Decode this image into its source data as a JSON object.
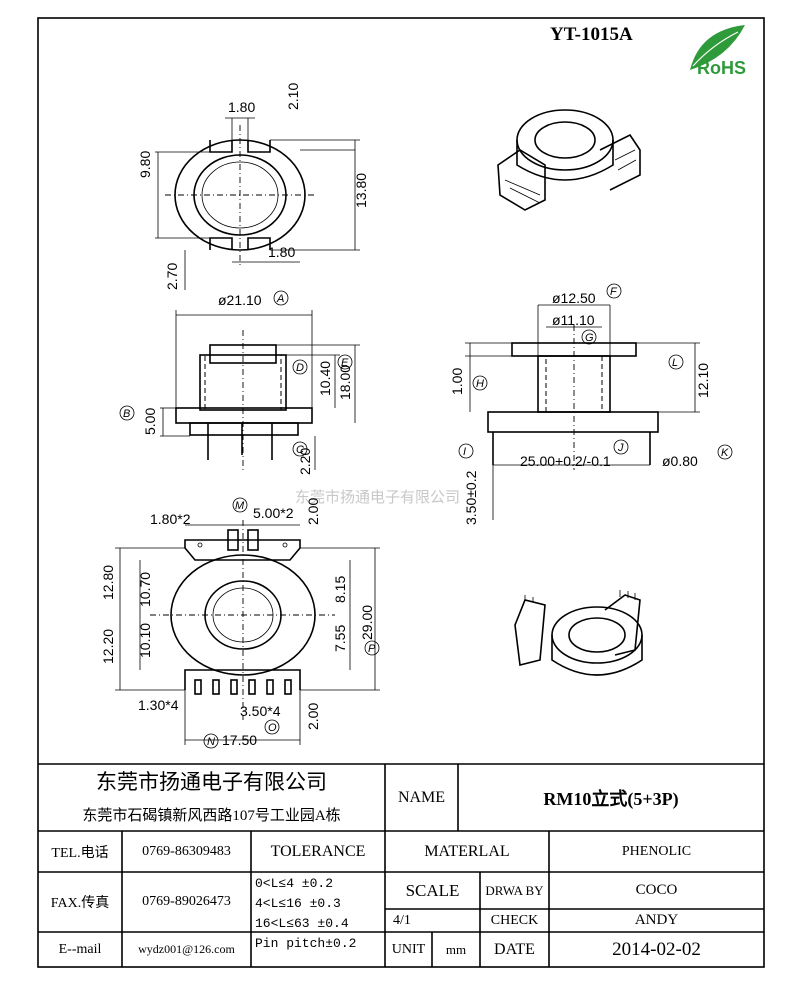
{
  "header": {
    "part_no": "YT-1015A",
    "rohs_text": "RoHS"
  },
  "watermark": "东莞市扬通电子有限公司",
  "top_view": {
    "dims": [
      "1.80",
      "2.10",
      "9.80",
      "13.80",
      "1.80",
      "2.70"
    ]
  },
  "front_view": {
    "dims": [
      "ø21.10",
      "10.40",
      "18.00",
      "5.00",
      "2.20"
    ],
    "tags": [
      "A",
      "D",
      "E",
      "B",
      "C"
    ]
  },
  "side_view": {
    "dims": [
      "ø12.50",
      "ø11.10",
      "1.00",
      "12.10",
      "25.00+0.2/-0.1",
      "ø0.80",
      "3.50±0.2"
    ],
    "tags": [
      "F",
      "G",
      "H",
      "L",
      "I",
      "J",
      "K"
    ]
  },
  "bottom_view": {
    "dims": [
      "1.80*2",
      "5.00*2",
      "2.00",
      "12.80",
      "10.70",
      "8.15",
      "29.00",
      "12.20",
      "10.10",
      "7.55",
      "1.30*4",
      "3.50*4",
      "2.00",
      "17.50"
    ],
    "tags": [
      "M",
      "P",
      "O",
      "N"
    ]
  },
  "title_block": {
    "company_name": "东莞市扬通电子有限公司",
    "company_address": "东莞市石碣镇新风西路107号工业园A栋",
    "name_label": "NAME",
    "name_value": "RM10立式(5+3P)",
    "tel_label": "TEL.电话",
    "tel_value": "0769-86309483",
    "fax_label": "FAX.传真",
    "fax_value": "0769-89026473",
    "email_label": "E--mail",
    "email_value": "wydz001@126.com",
    "tolerance_label": "TOLERANCE",
    "tolerance_lines": [
      "0<L≤4   ±0.2",
      "4<L≤16  ±0.3",
      "16<L≤63 ±0.4",
      "Pin pitch±0.2"
    ],
    "material_label": "MATERLAL",
    "material_value": "PHENOLIC",
    "scale_label": "SCALE",
    "scale_value": "4/1",
    "drawn_by_label": "DRWA BY",
    "drawn_by_value": "COCO",
    "check_label": "CHECK",
    "check_value": "ANDY",
    "unit_label": "UNIT",
    "unit_value": "mm",
    "date_label": "DATE",
    "date_value": "2014-02-02"
  }
}
